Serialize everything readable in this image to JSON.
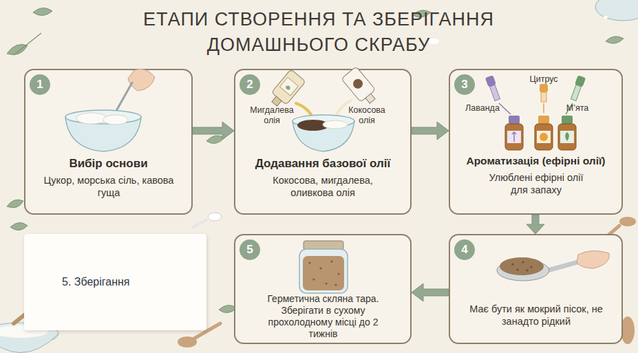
{
  "diagram": {
    "title": "ЕТАПИ СТВОРЕННЯ ТА ЗБЕРІГАННЯ ДОМАШНЬОГО СКРАБУ",
    "nodes": [
      {
        "text": [
          "1",
          "Вибір основи",
          "Цукор, морська сіль, кавова гуща"
        ]
      },
      {
        "text": [
          "2",
          "Додавання базової олії",
          "Кокосова, мигдалева, оливкова олія"
        ]
      },
      {
        "text": [
          "3",
          "Ароматизація (ефірні олії)",
          "Улюблені ефірні олії для запаху"
        ]
      },
      {
        "text": [
          "4",
          "Має бути як мокрий пісок, не занадто рідкий"
        ]
      },
      {
        "text": [
          "5",
          "Герметична скляна тара. Зберігати в сухому прохолодному місці до 2 тижнів"
        ]
      },
      {
        "text": [
          "5. Зберігання"
        ]
      }
    ],
    "edges": [
      {
        "from": 0,
        "to": 1,
        "arrow": "to"
      },
      {
        "from": 1,
        "to": 2,
        "arrow": "to"
      },
      {
        "from": 2,
        "to": 3,
        "arrow": "to"
      },
      {
        "from": 3,
        "to": 4,
        "arrow": "to"
      }
    ],
    "labels": [
      "Мигдалева олія",
      "Кокосова олія",
      "Лаванда",
      "Цитрус",
      "М’ята"
    ]
  }
}
